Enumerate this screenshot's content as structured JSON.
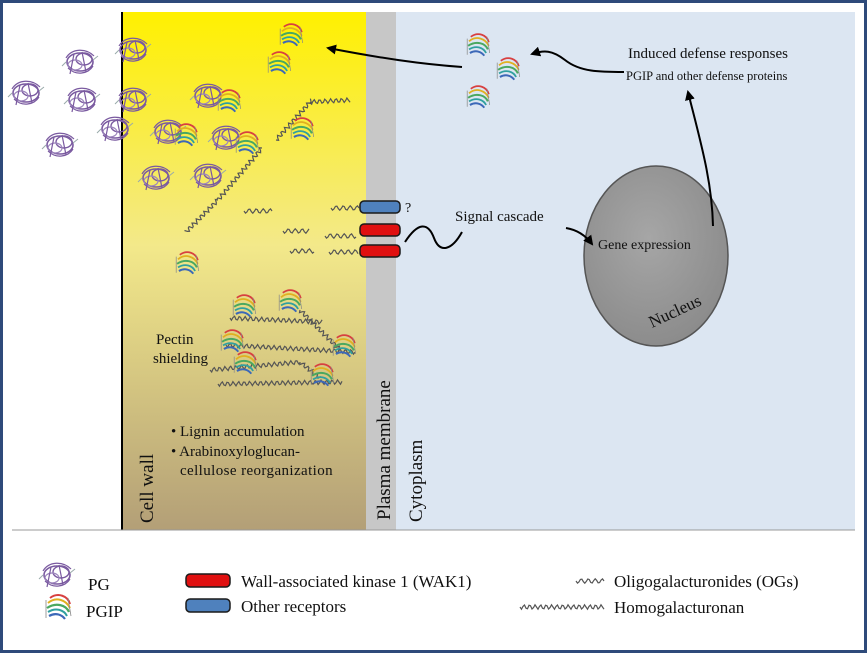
{
  "regions": {
    "cell_wall": "Cell wall",
    "plasma_membrane": "Plasma membrane",
    "cytoplasm": "Cytoplasm",
    "nucleus": "Nucleus"
  },
  "labels": {
    "induced_title": "Induced defense responses",
    "induced_sub": "PGIP and other defense proteins",
    "signal_cascade": "Signal cascade",
    "gene_expression": "Gene expression",
    "question": "?",
    "pectin_line1": "Pectin",
    "pectin_line2": "shielding",
    "bullet1": "• Lignin accumulation",
    "bullet2a": "• Arabinoxyloglucan-",
    "bullet2b": "cellulose reorganization"
  },
  "legend": {
    "pg": "PG",
    "pgip": "PGIP",
    "wak1": "Wall-associated kinase 1 (WAK1)",
    "other_receptors": "Other receptors",
    "ogs": "Oligogalacturonides (OGs)",
    "homogalacturonan": "Homogalacturonan"
  },
  "colors": {
    "frame_border": "#2e4a7a",
    "cell_wall_top": "#fff000",
    "cell_wall_bottom": "#b39f77",
    "membrane": "#c7c7c7",
    "cytoplasm": "#dce6f2",
    "nucleus": "#8c8c8c",
    "wak1": "#e01010",
    "other_receptor": "#4f81bd",
    "pg": "#7a5aa0",
    "pgip_green": "#4aa860",
    "pgip_blue": "#3c68b8"
  },
  "icons": {
    "pg": "pg-protein-icon",
    "pgip": "pgip-protein-icon"
  }
}
